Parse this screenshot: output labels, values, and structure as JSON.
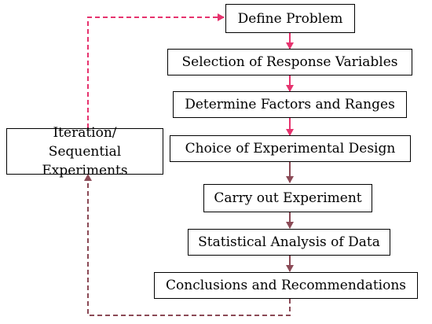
{
  "colors": {
    "pink": "#e6336e",
    "brown": "#8b4a56",
    "box_border": "#000000",
    "text": "#000000"
  },
  "steps": [
    {
      "label": "Define Problem"
    },
    {
      "label": "Selection of Response Variables"
    },
    {
      "label": "Determine Factors and Ranges"
    },
    {
      "label": "Choice of Experimental Design"
    },
    {
      "label": "Carry out Experiment"
    },
    {
      "label": "Statistical Analysis of Data"
    },
    {
      "label": "Conclusions and Recommendations"
    }
  ],
  "iteration_box": {
    "label": "Iteration/ Sequential Experiments"
  }
}
